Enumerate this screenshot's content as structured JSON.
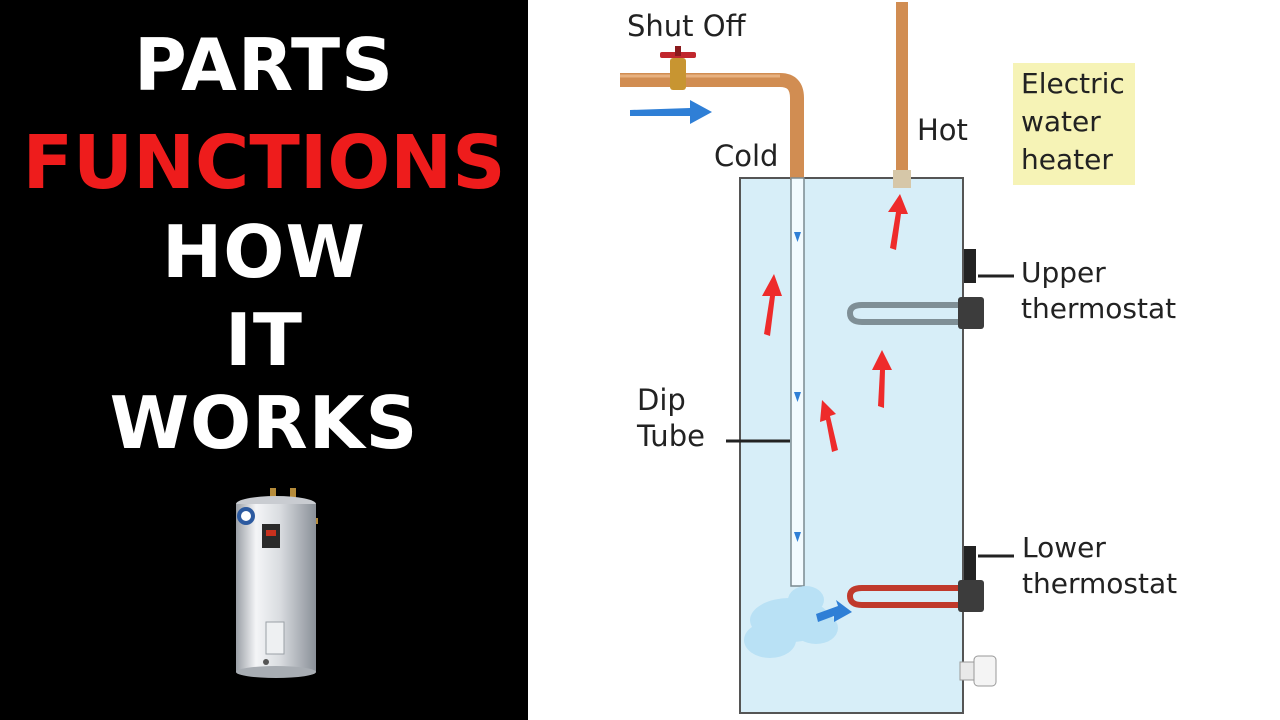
{
  "title": {
    "line1": "PARTS",
    "line2": "FUNCTIONS",
    "line3": "HOW",
    "line4": "IT",
    "line5": "WORKS"
  },
  "colors": {
    "title_white": "#ffffff",
    "title_red": "#ee1c1c",
    "panel_bg": "#000000",
    "tank_water": "#d7eef8",
    "pipe_copper": "#d18d52",
    "hot_arrow": "#ee2b2b",
    "cold_arrow": "#2f7fd6",
    "legend_bg": "#f6f3b6"
  },
  "diagram": {
    "shut_off": "Shut Off",
    "cold": "Cold",
    "hot": "Hot",
    "legend_line1": "Electric",
    "legend_line2": "water",
    "legend_line3": "heater",
    "upper_thermostat_1": "Upper",
    "upper_thermostat_2": "thermostat",
    "dip_tube_1": "Dip",
    "dip_tube_2": "Tube",
    "lower_thermostat_1": "Lower",
    "lower_thermostat_2": "thermostat"
  },
  "icons": {
    "heater_product": "water-heater-icon",
    "valve": "shutoff-valve-icon"
  }
}
